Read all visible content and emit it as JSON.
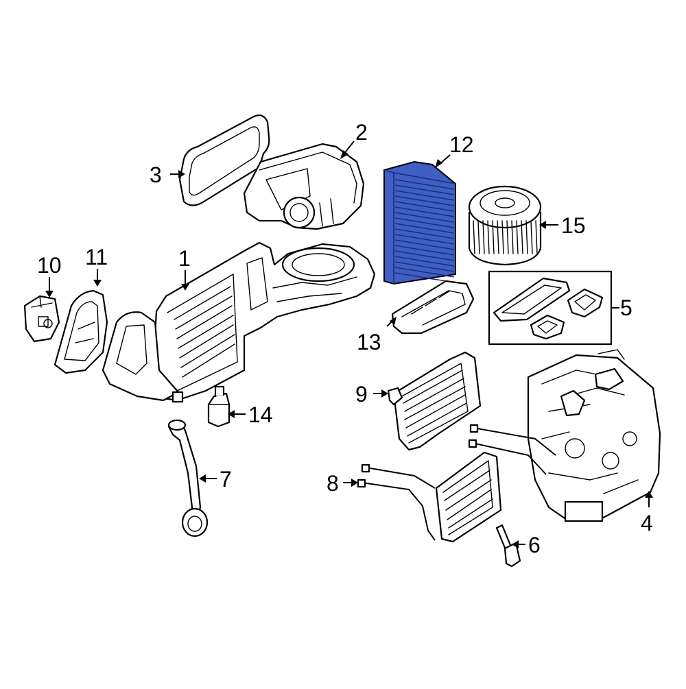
{
  "diagram": {
    "highlight_color": "#3f5fc4",
    "callouts": {
      "c1": "1",
      "c2": "2",
      "c3": "3",
      "c4": "4",
      "c5": "5",
      "c6": "6",
      "c7": "7",
      "c8": "8",
      "c9": "9",
      "c10": "10",
      "c11": "11",
      "c12": "12",
      "c13": "13",
      "c14": "14",
      "c15": "15"
    }
  }
}
